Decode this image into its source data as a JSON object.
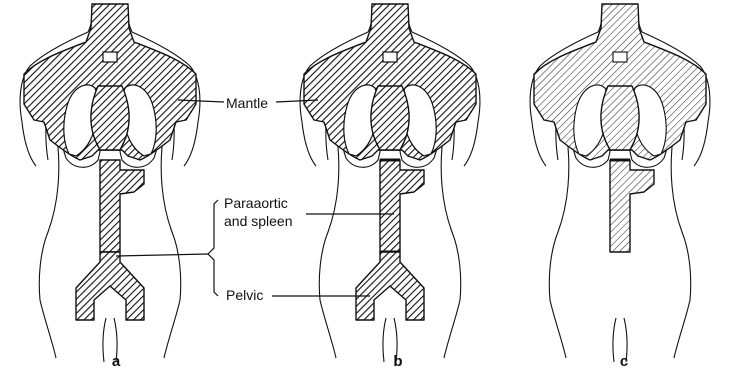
{
  "labels": {
    "mantle": "Mantle",
    "paraaortic_line1": "Paraaortic",
    "paraaortic_line2": "and spleen",
    "pelvic": "Pelvic"
  },
  "panels": [
    {
      "id": "a",
      "label": "a"
    },
    {
      "id": "b",
      "label": "b"
    },
    {
      "id": "c",
      "label": "c"
    }
  ],
  "colors": {
    "ink": "#111111",
    "light_hatch": "#333333"
  }
}
